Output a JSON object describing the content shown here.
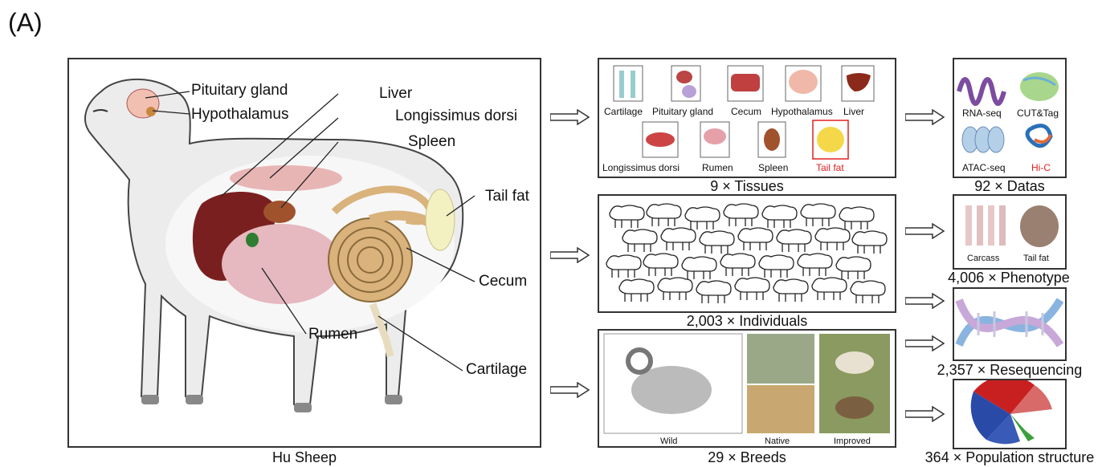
{
  "panel_label": "(A)",
  "sheep": {
    "caption": "Hu Sheep",
    "labels": {
      "pituitary": "Pituitary gland",
      "hypothalamus": "Hypothalamus",
      "liver": "Liver",
      "longissimus": "Longissimus dorsi",
      "spleen": "Spleen",
      "tailfat": "Tail fat",
      "cecum": "Cecum",
      "rumen": "Rumen",
      "cartilage": "Cartilage"
    }
  },
  "tissues": {
    "caption": "9 × Tissues",
    "items": [
      "Cartilage",
      "Pituitary gland",
      "Cecum",
      "Hypothalamus",
      "Liver",
      "Longissimus dorsi",
      "Rumen",
      "Spleen",
      "Tail fat"
    ],
    "highlight_color": "#e02020"
  },
  "datas": {
    "caption": "92 × Datas",
    "items": [
      "RNA-seq",
      "CUT&Tag",
      "ATAC-seq",
      "Hi-C"
    ]
  },
  "individuals": {
    "caption": "2,003 × Individuals"
  },
  "phenotype": {
    "caption": "4,006 × Phenotype",
    "items": [
      "Carcass",
      "Tail fat"
    ]
  },
  "resequencing": {
    "caption": "2,357 × Resequencing"
  },
  "breeds": {
    "caption": "29 × Breeds",
    "items": [
      "Wild",
      "Native",
      "Improved"
    ]
  },
  "population": {
    "caption": "364 × Population structure"
  }
}
